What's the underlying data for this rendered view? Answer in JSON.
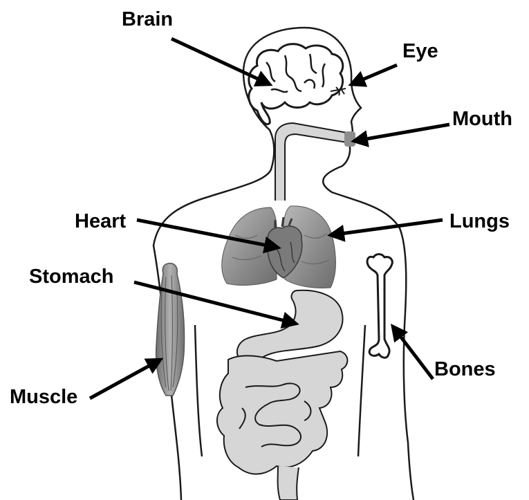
{
  "labels": {
    "brain": "Brain",
    "eye": "Eye",
    "mouth": "Mouth",
    "heart": "Heart",
    "lungs": "Lungs",
    "stomach": "Stomach",
    "muscle": "Muscle",
    "bones": "Bones"
  },
  "colors": {
    "outline": "#1a1a1a",
    "organ_fill": "#d6d6d6",
    "organ_dark": "#8e8e8e",
    "lung_fill": "#a6a6a6",
    "muscle_fill": "#9a9a9a",
    "arrow": "#000000"
  }
}
